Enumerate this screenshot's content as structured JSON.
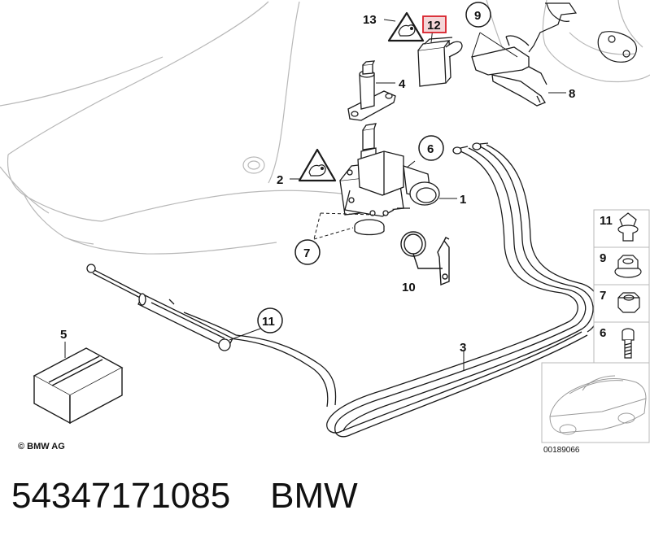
{
  "callouts": {
    "c1": "1",
    "c2": "2",
    "c3": "3",
    "c4": "4",
    "c5": "5",
    "c6": "6",
    "c7": "7",
    "c8": "8",
    "c9": "9",
    "c10": "10",
    "c11": "11",
    "c12": "12",
    "c13": "13"
  },
  "sidebar": {
    "items": [
      {
        "label": "11",
        "icon": "rivet-icon"
      },
      {
        "label": "9",
        "icon": "flange-nut-icon"
      },
      {
        "label": "7",
        "icon": "hex-nut-icon"
      },
      {
        "label": "6",
        "icon": "bolt-icon"
      }
    ]
  },
  "copyright": "© BMW AG",
  "reference_number": "00189066",
  "part_number": "54347171085",
  "brand": "BMW",
  "colors": {
    "line": "#1a1a1a",
    "outline_light": "#b8b8b8",
    "highlight": "#d8202a"
  }
}
